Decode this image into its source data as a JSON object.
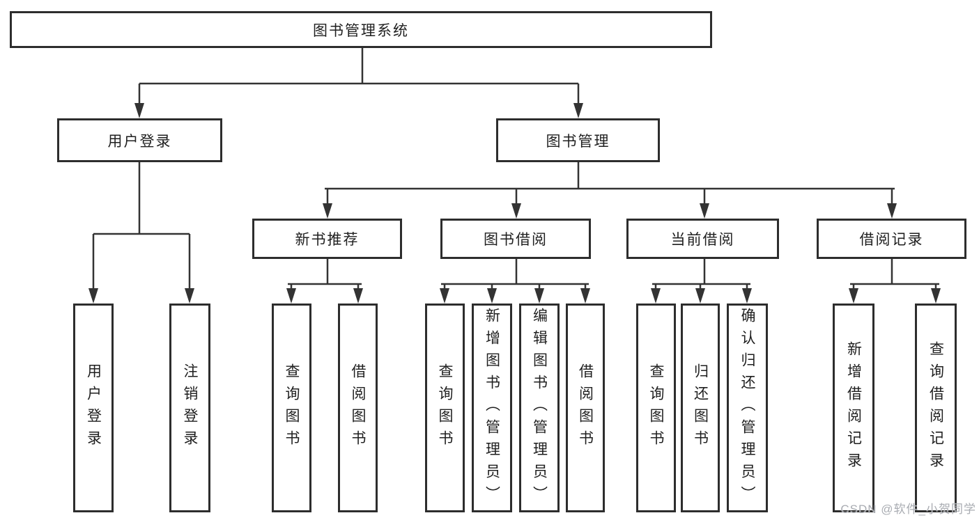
{
  "tree": {
    "label": "图书管理系统",
    "children": [
      {
        "label": "用户登录",
        "children": [
          {
            "label": "用户登录"
          },
          {
            "label": "注销登录"
          }
        ]
      },
      {
        "label": "图书管理",
        "children": [
          {
            "label": "新书推荐",
            "children": [
              {
                "label": "查询图书"
              },
              {
                "label": "借阅图书"
              }
            ]
          },
          {
            "label": "图书借阅",
            "children": [
              {
                "label": "查询图书"
              },
              {
                "label": "新增图书（管理员）"
              },
              {
                "label": "编辑图书（管理员）"
              },
              {
                "label": "借阅图书"
              }
            ]
          },
          {
            "label": "当前借阅",
            "children": [
              {
                "label": "查询图书"
              },
              {
                "label": "归还图书"
              },
              {
                "label": "确认归还（管理员）"
              }
            ]
          },
          {
            "label": "借阅记录",
            "children": [
              {
                "label": "新增借阅记录"
              },
              {
                "label": "查询借阅记录"
              }
            ]
          }
        ]
      }
    ]
  },
  "watermark": {
    "text": "CSDN @软件_小贺同学"
  },
  "colors": {
    "line": "#333333",
    "box_border": "#2d2d2d",
    "text": "#1f1f1f",
    "background": "#ffffff",
    "watermark": "#a9acb2"
  }
}
